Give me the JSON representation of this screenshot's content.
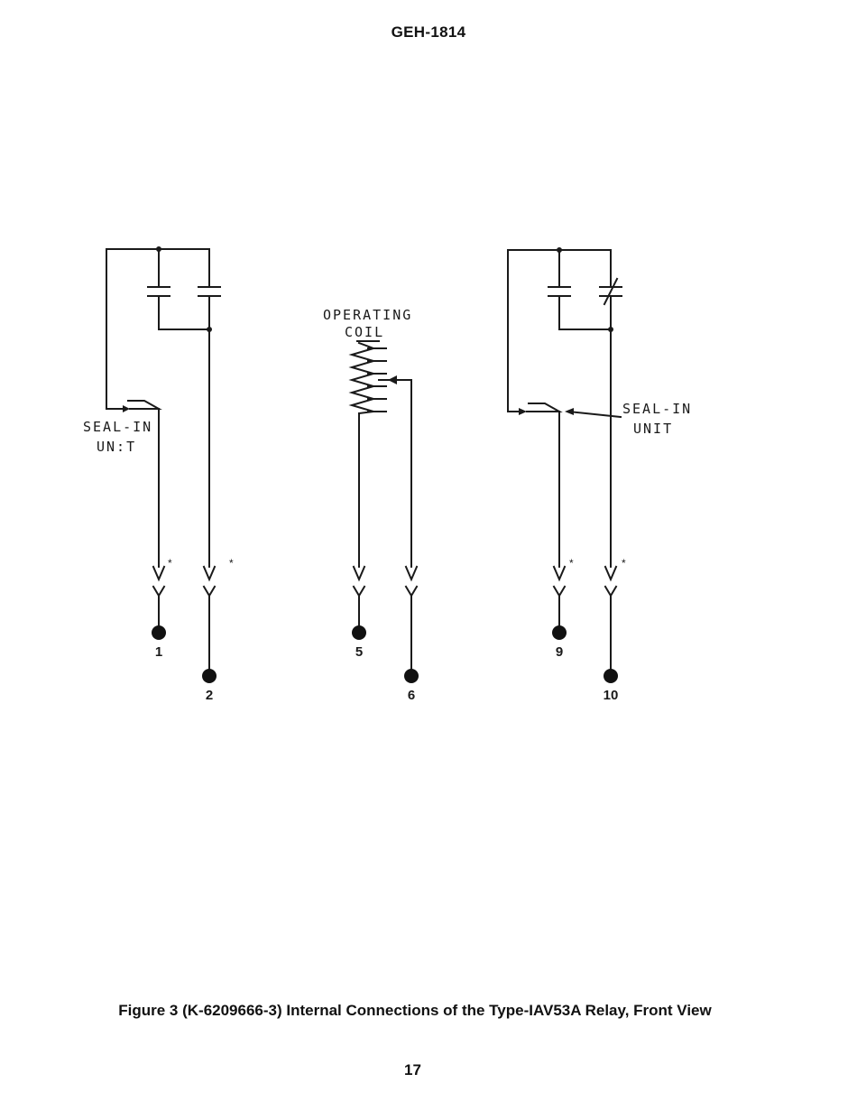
{
  "header": {
    "doc_number": "GEH-1814"
  },
  "diagram": {
    "left_unit": {
      "seal_in_label_line1": "SEAL-IN",
      "seal_in_label_line2": "UN:T",
      "terminals": [
        "1",
        "2"
      ],
      "terminal_markers": [
        "*",
        "*"
      ]
    },
    "center_unit": {
      "coil_label_line1": "OPERATING",
      "coil_label_line2": "COIL",
      "terminals": [
        "5",
        "6"
      ]
    },
    "right_unit": {
      "seal_in_label_line1": "SEAL-IN",
      "seal_in_label_line2": "UNIT",
      "terminals": [
        "9",
        "10"
      ],
      "terminal_markers": [
        "*",
        "*"
      ]
    }
  },
  "caption": "Figure 3 (K-6209666-3) Internal Connections of the Type-IAV53A Relay, Front View",
  "footer": {
    "page_number": "17"
  }
}
